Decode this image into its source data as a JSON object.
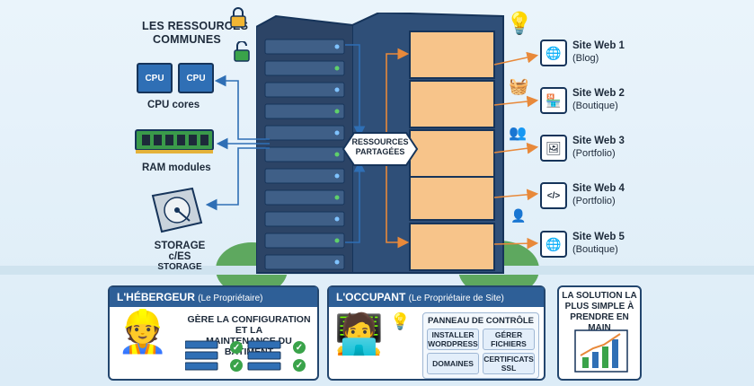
{
  "shared_resources": {
    "title_line1": "LES RESSOURCES",
    "title_line2": "COMMUNES"
  },
  "cpu": {
    "chip_label": "CPU",
    "label": "CPU cores"
  },
  "ram": {
    "label": "RAM modules"
  },
  "storage": {
    "label_line1": "STORAGE c/ES",
    "label_line2": "STORAGE"
  },
  "center_badge": {
    "line1": "RESSOURCES",
    "line2": "PARTAGÉES"
  },
  "sites": [
    {
      "name": "Site Web 1",
      "type": "(Blog)",
      "icon": "globe-icon",
      "glyph": "🌐",
      "color": "#2f6fb5"
    },
    {
      "name": "Site Web 2",
      "type": "(Boutique)",
      "icon": "shop-icon",
      "glyph": "🏪",
      "color": "#3aa34a"
    },
    {
      "name": "Site Web 3",
      "type": "(Portfolio)",
      "icon": "image-icon",
      "glyph": "🖼",
      "color": "#2f6fb5"
    },
    {
      "name": "Site Web 4",
      "type": "(Portfolio)",
      "icon": "code-icon",
      "glyph": "</>",
      "color": "#2f6fb5"
    },
    {
      "name": "Site Web 5",
      "type": "(Boutique)",
      "icon": "globe-icon",
      "glyph": "🌐",
      "color": "#2f6fb5"
    }
  ],
  "host_panel": {
    "title": "L'HÉBERGEUR",
    "subtitle": "(Le Propriétaire)",
    "text_line1": "GÈRE LA CONFIGURATION ET LA",
    "text_line2": "MAINTENANCE DU BÂTIMENT"
  },
  "tenant_panel": {
    "title": "L'OCCUPANT",
    "subtitle": "(Le Propriétaire de Site)",
    "cp_title": "PANNEAU DE CONTRÔLE",
    "buttons": [
      {
        "line1": "INSTALLER",
        "line2": "WORDPRESS"
      },
      {
        "line1": "GÉRER",
        "line2": "FICHIERS"
      },
      {
        "line1": "DOMAINES",
        "line2": ""
      },
      {
        "line1": "CERTIFICATS",
        "line2": "SSL"
      }
    ]
  },
  "solution": {
    "line1": "LA SOLUTION LA",
    "line2": "PLUS SIMPLE À",
    "line3": "PRENDRE EN MAIN"
  },
  "colors": {
    "navy": "#23466e",
    "blue": "#2e5f97",
    "orange": "#e8893a",
    "green": "#3aa34a"
  }
}
